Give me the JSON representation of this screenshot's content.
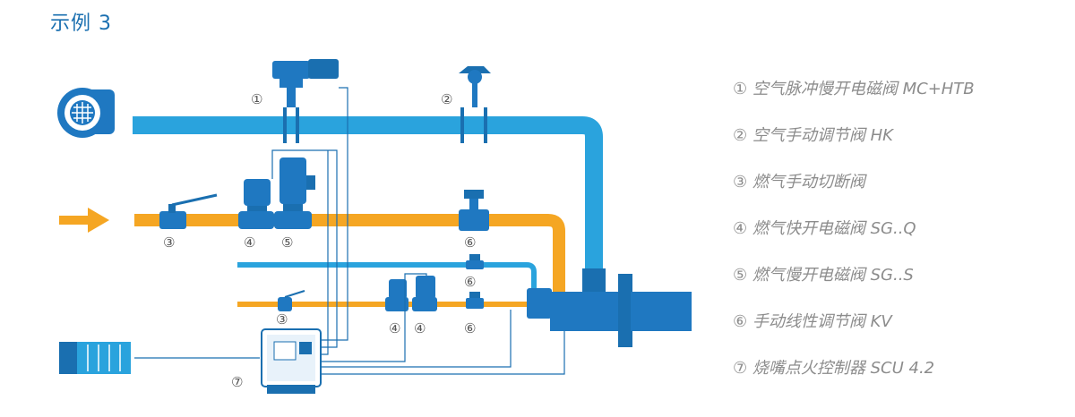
{
  "title": "示例 3",
  "legend": [
    {
      "num": "①",
      "text": "空气脉冲慢开电磁阀 MC+HTB"
    },
    {
      "num": "②",
      "text": "空气手动调节阀 HK"
    },
    {
      "num": "③",
      "text": "燃气手动切断阀"
    },
    {
      "num": "④",
      "text": "燃气快开电磁阀 SG..Q"
    },
    {
      "num": "⑤",
      "text": "燃气慢开电磁阀 SG..S"
    },
    {
      "num": "⑥",
      "text": "手动线性调节阀 KV"
    },
    {
      "num": "⑦",
      "text": "烧嘴点火控制器 SCU 4.2"
    }
  ],
  "markers": {
    "m1": "①",
    "m2": "②",
    "m3a": "③",
    "m3b": "③",
    "m4a": "④",
    "m4b": "④",
    "m4c": "④",
    "m5": "⑤",
    "m6a": "⑥",
    "m6b": "⑥",
    "m6c": "⑥",
    "m7": "⑦"
  },
  "colors": {
    "air": "#2aa3dd",
    "gas": "#f5a623",
    "valve": "#1a6fb0",
    "wire": "#1a6fb0",
    "burner": "#1f78c1"
  }
}
